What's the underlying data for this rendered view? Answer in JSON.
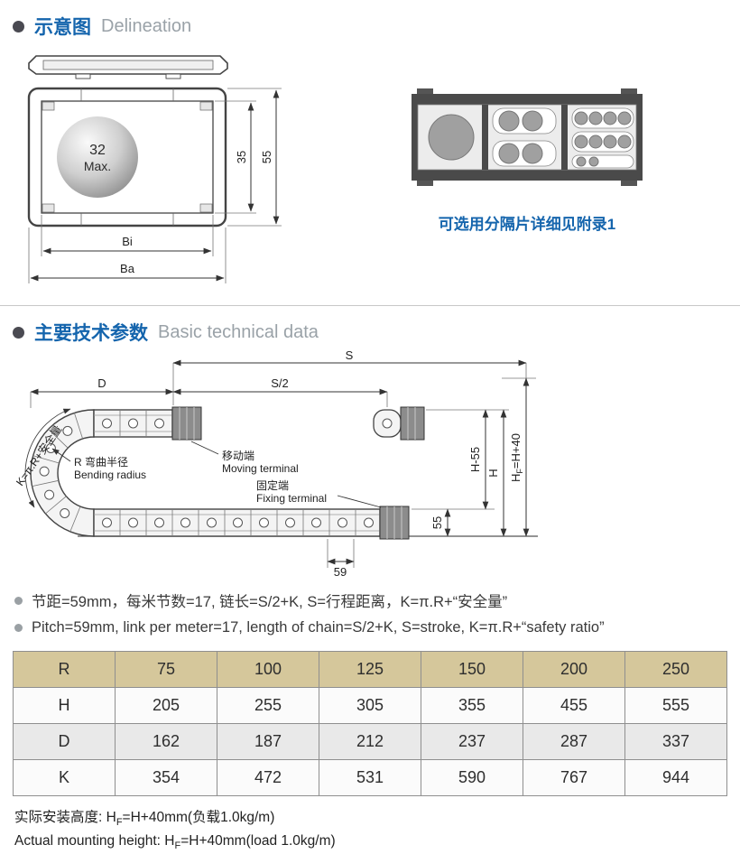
{
  "header1": {
    "zh": "示意图",
    "en": "Delineation"
  },
  "header2": {
    "zh": "主要技术参数",
    "en": "Basic technical data"
  },
  "cross_section": {
    "ball_line1": "32",
    "ball_line2": "Max.",
    "dim_35": "35",
    "dim_55": "55",
    "dim_bi": "Bi",
    "dim_ba": "Ba"
  },
  "separator_caption": "可选用分隔片详细见附录1",
  "side_view": {
    "dim_s": "S",
    "dim_s2": "S/2",
    "dim_d": "D",
    "moving_zh": "移动端",
    "moving_en": "Moving terminal",
    "fixing_zh": "固定端",
    "fixing_en": "Fixing terminal",
    "bend_zh": "R 弯曲半径",
    "bend_en": "Bending radius",
    "k_label": "K=π.R+安全量",
    "dim_h55": "H-55",
    "dim_h": "H",
    "hf_pre": "H",
    "hf_sub": "F",
    "hf_post": "=H+40",
    "dim_55": "55",
    "dim_59": "59"
  },
  "notes": {
    "zh": "节距=59mm，每米节数=17, 链长=S/2+K, S=行程距离，K=π.R+“安全量”",
    "en": "Pitch=59mm, link per meter=17, length of chain=S/2+K, S=stroke, K=π.R+“safety ratio”"
  },
  "table": {
    "rows": [
      {
        "label": "R",
        "values": [
          "75",
          "100",
          "125",
          "150",
          "200",
          "250"
        ]
      },
      {
        "label": "H",
        "values": [
          "205",
          "255",
          "305",
          "355",
          "455",
          "555"
        ]
      },
      {
        "label": "D",
        "values": [
          "162",
          "187",
          "212",
          "237",
          "287",
          "337"
        ]
      },
      {
        "label": "K",
        "values": [
          "354",
          "472",
          "531",
          "590",
          "767",
          "944"
        ]
      }
    ]
  },
  "footer": {
    "zh_pre": "实际安装高度: H",
    "zh_sub": "F",
    "zh_post": "=H+40mm(负载1.0kg/m)",
    "en_pre": "Actual mounting height: H",
    "en_sub": "F",
    "en_post": "=H+40mm(load 1.0kg/m)"
  },
  "colors": {
    "accent_blue": "#1565ad",
    "header_gray": "#9aa2a8",
    "table_header_bg": "#d5c79b"
  }
}
